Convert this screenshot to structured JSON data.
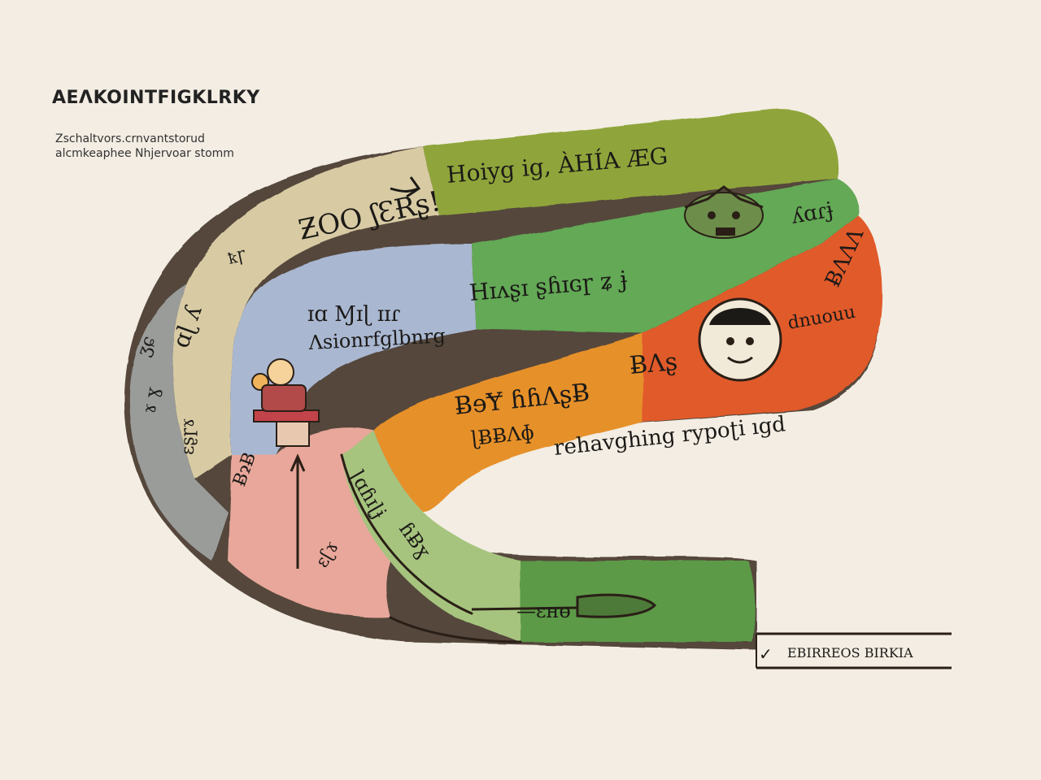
{
  "title": "AEΛKOINTFIGKLRKY",
  "subtitle": {
    "line1": "Zschaltvors.crnvantstorud",
    "line2": "alcmkeaphee Nhjervoar stomm"
  },
  "colors": {
    "background": "#f3ede3",
    "gray": "#9a9c9a",
    "tan": "#d8cba4",
    "olive": "#8fa53a",
    "blue": "#a9b7d1",
    "green": "#64a957",
    "orange_red": "#e15a2a",
    "orange": "#e6902a",
    "pink": "#e8a79a",
    "light_green": "#a6c47e",
    "dark_green": "#5c9a47",
    "outline": "#2a1f17"
  },
  "labels": {
    "olive_top": "Hoiyg ig,  ÀHÍA ÆG",
    "olive_check": "Ɩ",
    "tan_main": "ƵOO ʃƐɌʂ!",
    "tan_sub": "ꝁꞄ",
    "gray_a": "ʒɕ",
    "gray_b": "ɤ ɣ",
    "gray_c": "ɛʂɼɤ",
    "tan_side": "ɑɭ ʎ",
    "blue_1": "ɪɑ  Ɱɪɭ ɪɪɾ",
    "blue_2": "Ʌsionrfglbnrg",
    "green_main": "Hɪʌʂɪ ʂɦɪɢɼ  ʑ ɉ",
    "green_right": "ʎɑɾɉ",
    "orange_right_top": "ɃɅɅΛ",
    "orange_right": "dnuouu",
    "orange_top": "ɃɅʂ",
    "orange_1": "ɃɘɎ  ɦɦɅʂɃ",
    "orange_2": "ɭɃɃɅɸ",
    "orange_3": "rehavghing  rypoʈi ıgd",
    "pink_side": "ɃɂɃ",
    "pink_bottom": "ɛʗɤ",
    "lightgreen_1": "ɭɑɦɪɭɉ",
    "lightgreen_2": "ɦɃɣ",
    "darkgreen_label": "—ɛʜɵ",
    "footer_check": "✓",
    "footer_text": "EBIRREOS  BIRKIA"
  },
  "icons": [
    "chair-figure-icon",
    "monster-face-icon",
    "person-portrait-icon",
    "sword-icon",
    "arrow-up-icon",
    "checkmark-icon"
  ]
}
